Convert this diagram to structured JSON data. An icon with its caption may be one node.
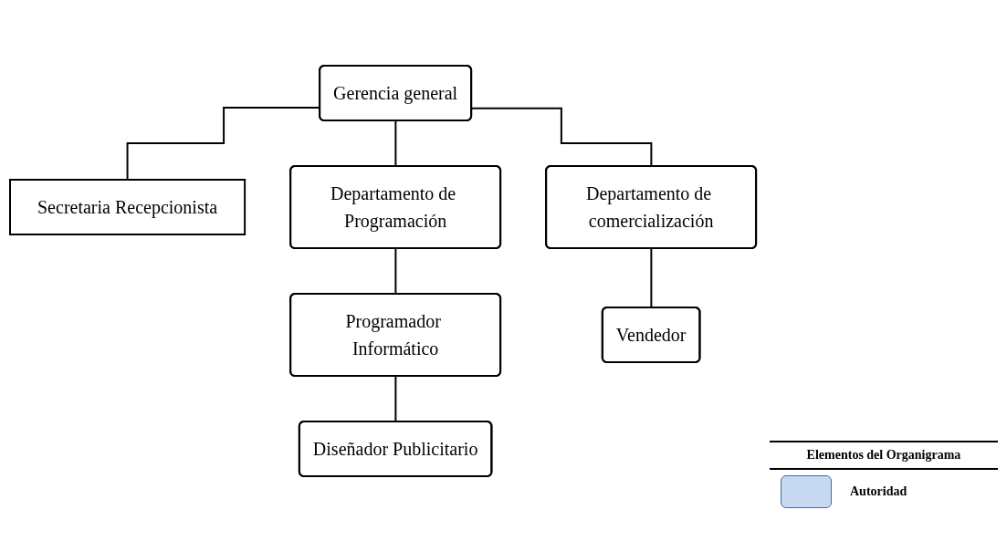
{
  "diagram": {
    "title": "Elementos del Organigrama",
    "nodes": [
      {
        "text": [
          "Gerencia general"
        ]
      },
      {
        "text": [
          "Secretaria Recepcionista"
        ]
      },
      {
        "text": [
          "Departamento de Programación"
        ]
      },
      {
        "text": [
          "Departamento de comercialización"
        ]
      },
      {
        "text": [
          "Programador Informático"
        ]
      },
      {
        "text": [
          "Diseñador Publicitario"
        ]
      },
      {
        "text": [
          "Vendedor"
        ]
      }
    ],
    "edges": [
      {
        "from": 0,
        "to": 1,
        "arrow": "none"
      },
      {
        "from": 0,
        "to": 2,
        "arrow": "none"
      },
      {
        "from": 0,
        "to": 3,
        "arrow": "none"
      },
      {
        "from": 2,
        "to": 4,
        "arrow": "none"
      },
      {
        "from": 4,
        "to": 5,
        "arrow": "none"
      },
      {
        "from": 3,
        "to": 6,
        "arrow": "none"
      }
    ],
    "legend": [
      {
        "text": "Autoridad",
        "color": "#c6d9f1"
      }
    ]
  }
}
